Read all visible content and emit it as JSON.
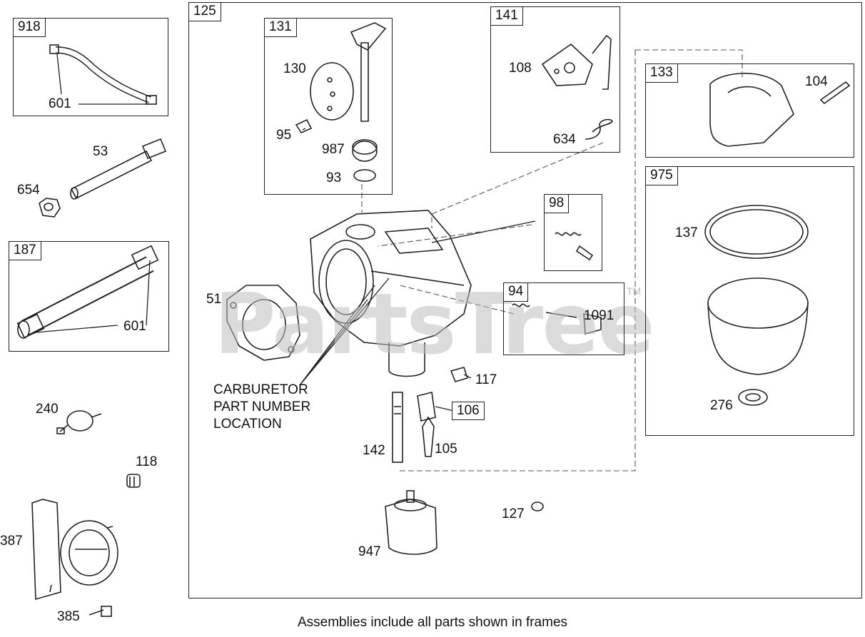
{
  "watermark": "PartsTree",
  "watermark_tm": "TM",
  "footer": "Assemblies include all parts shown in frames",
  "frames": {
    "f918": "918",
    "f187": "187",
    "f125": "125",
    "f131": "131",
    "f141": "141",
    "f133": "133",
    "f975": "975",
    "f98": "98",
    "f94": "94"
  },
  "boxed_labels": {
    "b106": "106"
  },
  "labels": {
    "l601a": "601",
    "l53": "53",
    "l654": "654",
    "l601b": "601",
    "l240": "240",
    "l118": "118",
    "l387": "387",
    "l385": "385",
    "l130": "130",
    "l95": "95",
    "l987": "987",
    "l93": "93",
    "l108": "108",
    "l634": "634",
    "l104": "104",
    "l137": "137",
    "l276": "276",
    "l51": "51",
    "l1091": "1091",
    "l117": "117",
    "l142": "142",
    "l105": "105",
    "l127": "127",
    "l947": "947"
  },
  "note": {
    "line1": "CARBURETOR",
    "line2": "PART NUMBER",
    "line3": "LOCATION"
  }
}
